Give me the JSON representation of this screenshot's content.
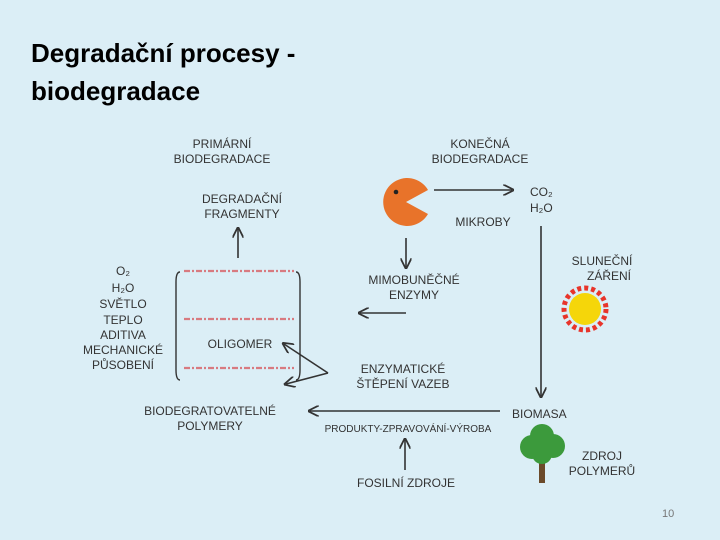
{
  "slide": {
    "title_line1": "Degradační procesy -",
    "title_line2": "biodegradace",
    "page_number": "10"
  },
  "diagram": {
    "primary_l1": "PRIMÁRNÍ",
    "primary_l2": "BIODEGRADACE",
    "final_l1": "KONEČNÁ",
    "final_l2": "BIODEGRADACE",
    "fragments_l1": "DEGRADAČNÍ",
    "fragments_l2": "FRAGMENTY",
    "co2": "CO₂",
    "h2o": "H₂O",
    "microbes": "MIKROBY",
    "extracellular_l1": "MIMOBUNĚČNÉ",
    "extracellular_l2": "ENZYMY",
    "solar_l1": "SLUNEČNÍ",
    "solar_l2": "ZÁŘENÍ",
    "factors": [
      "O₂",
      "H₂O",
      "SVĚTLO",
      "TEPLO",
      "ADITIVA",
      "MECHANICKÉ",
      "PŮSOBENÍ"
    ],
    "oligomer": "OLIGOMER",
    "enzymatic_l1": "ENZYMATICKÉ",
    "enzymatic_l2": "ŠTĚPENÍ VAZEB",
    "biodegradable_l1": "BIODEGRATOVATELNÉ",
    "biodegradable_l2": "POLYMERY",
    "products": "PRODUKTY-ZPRAVOVÁNÍ-VÝROBA",
    "biomass": "BIOMASA",
    "polymer_source_l1": "ZDROJ",
    "polymer_source_l2": "POLYMERŮ",
    "fossil": "FOSILNÍ ZDROJE"
  },
  "colors": {
    "background": "#dbeef6",
    "microbe": "#e8732a",
    "sun_core": "#f5d60a",
    "sun_rays": "#e8342a",
    "tree": "#3c9a3c",
    "trunk": "#6b4a2a",
    "chain": "#d87a80",
    "text": "#333333"
  },
  "icons": [
    "pacman-microbe-icon",
    "sun-icon",
    "tree-icon"
  ]
}
